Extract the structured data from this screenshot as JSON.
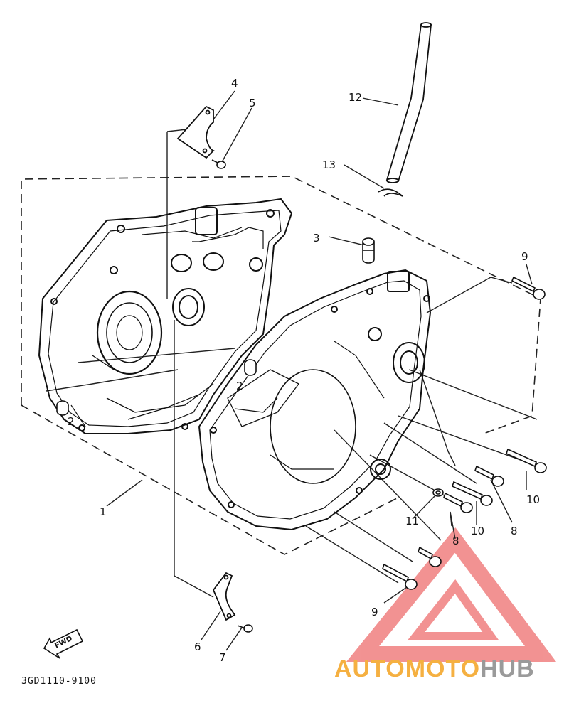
{
  "diagram": {
    "part_labels": {
      "p1": "1",
      "p2a": "2",
      "p2b": "2",
      "p3": "3",
      "p4": "4",
      "p5": "5",
      "p6": "6",
      "p7": "7",
      "p8a": "8",
      "p8b": "8",
      "p9a": "9",
      "p9b": "9",
      "p10a": "10",
      "p10b": "10",
      "p11": "11",
      "p12": "12",
      "p13": "13"
    },
    "fwd_label": "FWD",
    "diagram_code": "3GD1110-9100"
  },
  "watermark": {
    "word_part1": "AUTOMOTO",
    "word_part2": "HUB",
    "color_main": "#f08080",
    "color_orange": "#f5b041",
    "color_gray": "#9a9a9a"
  }
}
